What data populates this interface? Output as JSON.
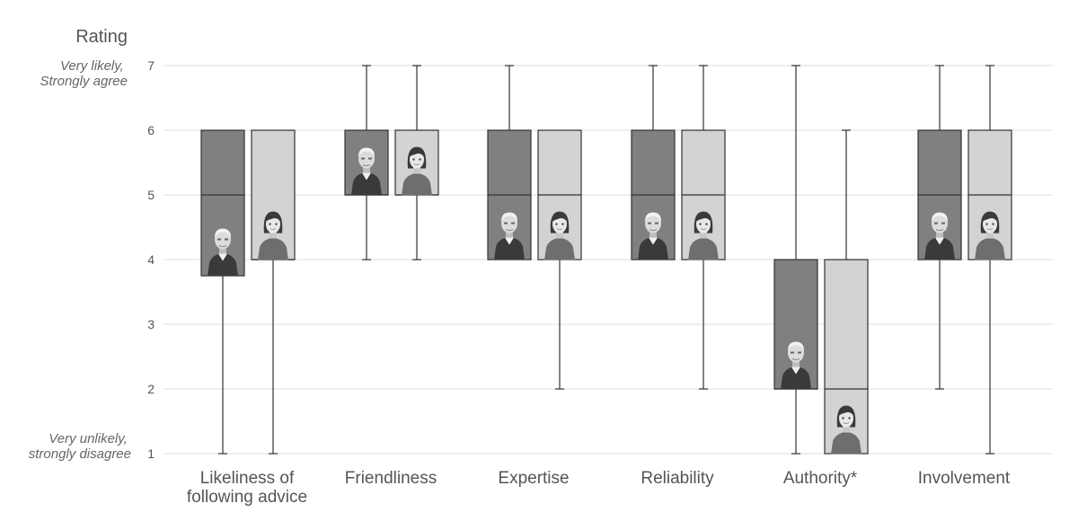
{
  "chart_data": {
    "type": "box",
    "ylabel": "Rating",
    "y_anchor_top": [
      "Very likely,",
      "Strongly agree"
    ],
    "y_anchor_bottom": [
      "Very unlikely,",
      "strongly disagree"
    ],
    "ylim": [
      1,
      7
    ],
    "yticks": [
      1,
      2,
      3,
      4,
      5,
      6,
      7
    ],
    "grid": true,
    "categories": [
      [
        "Likeliness of",
        "following advice"
      ],
      [
        "Friendliness"
      ],
      [
        "Expertise"
      ],
      [
        "Reliability"
      ],
      [
        "Authority*"
      ],
      [
        "Involvement"
      ]
    ],
    "series_icons": [
      "old-man-icon",
      "young-woman-icon"
    ],
    "colors": {
      "series1": "#808080",
      "series2": "#d3d3d3",
      "grid": "#e3e3e3",
      "stroke": "#333333"
    },
    "groups": [
      [
        {
          "min": 1,
          "q1": 3.75,
          "median": 5,
          "q3": 6,
          "max": 6
        },
        {
          "min": 1,
          "q1": 4,
          "median": 4,
          "q3": 6,
          "max": 6
        }
      ],
      [
        {
          "min": 4,
          "q1": 5,
          "median": 5,
          "q3": 6,
          "max": 7
        },
        {
          "min": 4,
          "q1": 5,
          "median": 5,
          "q3": 6,
          "max": 7
        }
      ],
      [
        {
          "min": 4,
          "q1": 4,
          "median": 5,
          "q3": 6,
          "max": 7
        },
        {
          "min": 2,
          "q1": 4,
          "median": 5,
          "q3": 6,
          "max": 6
        }
      ],
      [
        {
          "min": 4,
          "q1": 4,
          "median": 5,
          "q3": 6,
          "max": 7
        },
        {
          "min": 2,
          "q1": 4,
          "median": 5,
          "q3": 6,
          "max": 7
        }
      ],
      [
        {
          "min": 1,
          "q1": 2,
          "median": 2,
          "q3": 4,
          "max": 7
        },
        {
          "min": 1,
          "q1": 1,
          "median": 2,
          "q3": 4,
          "max": 6
        }
      ],
      [
        {
          "min": 2,
          "q1": 4,
          "median": 5,
          "q3": 6,
          "max": 7
        },
        {
          "min": 1,
          "q1": 4,
          "median": 5,
          "q3": 6,
          "max": 7
        }
      ]
    ]
  }
}
